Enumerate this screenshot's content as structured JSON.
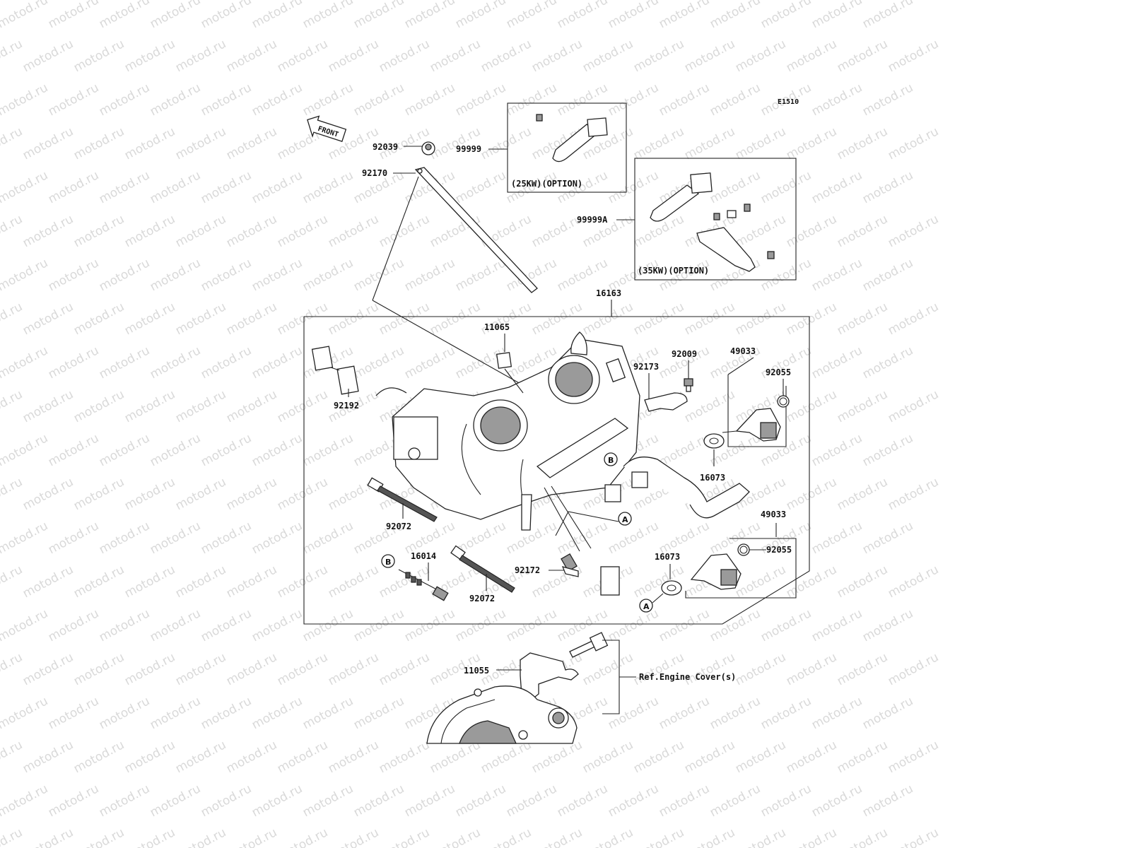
{
  "diagram_code": "E1510",
  "front_label": "FRONT",
  "option_25kw": "(25KW)(OPTION)",
  "option_35kw": "(35KW)(OPTION)",
  "ref_text": "Ref.Engine Cover(s)",
  "watermark": "motod.ru",
  "parts": {
    "p92039": "92039",
    "p92170": "92170",
    "p99999": "99999",
    "p99999A": "99999A",
    "p16163": "16163",
    "p11065": "11065",
    "p92173": "92173",
    "p92009": "92009",
    "p49033a": "49033",
    "p92055a": "92055",
    "p92192": "92192",
    "p16073a": "16073",
    "p92072a": "92072",
    "p49033b": "49033",
    "p92055b": "92055",
    "p16073b": "16073",
    "p16014": "16014",
    "p92072b": "92072",
    "p92172": "92172",
    "p11055": "11055"
  },
  "markers": {
    "a": "A",
    "b": "B"
  }
}
